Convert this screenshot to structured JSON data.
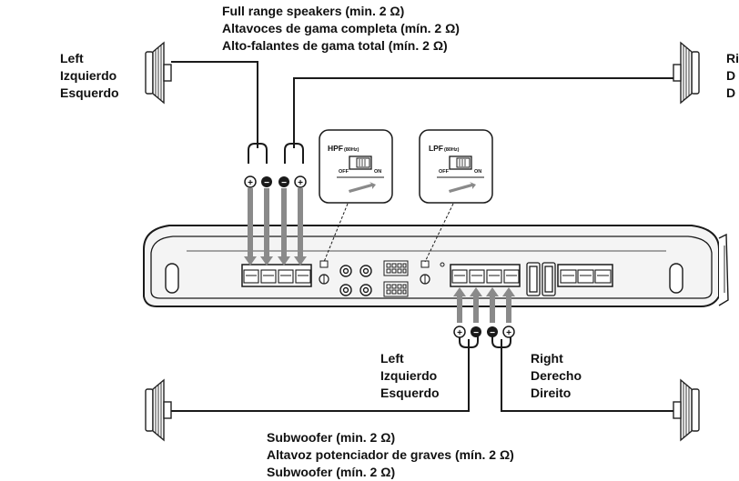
{
  "top_caption": [
    "Full range speakers (min. 2 Ω)",
    "Altavoces de gama completa (mín. 2 Ω)",
    "Alto-falantes de gama total (mín. 2 Ω)"
  ],
  "top_left_label": [
    "Left",
    "Izquierdo",
    "Esquerdo"
  ],
  "top_right_label": [
    "Ri",
    "D",
    "D"
  ],
  "hpf_box": {
    "title": "HPF",
    "freq": "(80Hz)",
    "off": "OFF",
    "on": "ON"
  },
  "lpf_box": {
    "title": "LPF",
    "freq": "(80Hz)",
    "off": "OFF",
    "on": "ON"
  },
  "bottom_left_label": [
    "Left",
    "Izquierdo",
    "Esquerdo"
  ],
  "bottom_right_label": [
    "Right",
    "Derecho",
    "Direito"
  ],
  "bottom_caption": [
    "Subwoofer (min. 2 Ω)",
    "Altavoz potenciador de graves (mín. 2 Ω)",
    "Subwoofer (mín. 2 Ω)"
  ],
  "polarity_symbols": {
    "plus": "+",
    "minus": "−"
  },
  "colors": {
    "line": "#1a1a1a",
    "arrow": "#8a8a8a",
    "amp_fill": "#f4f4f4"
  }
}
